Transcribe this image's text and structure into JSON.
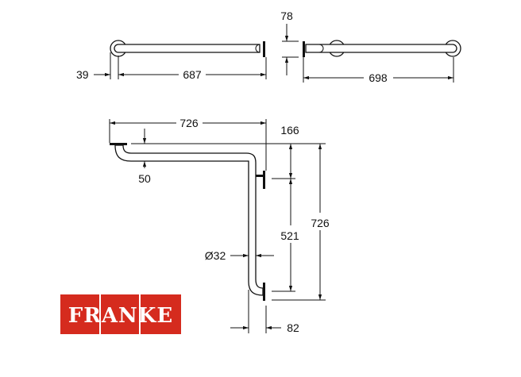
{
  "drawing": {
    "top_view": {
      "dim_rosette_offset": "39",
      "dim_left_bar_length": "687",
      "dim_flange_height": "78",
      "dim_right_bar_length": "698"
    },
    "front_view": {
      "dim_width": "726",
      "dim_top_offset": "50",
      "dim_upper_flange": "166",
      "dim_flange_spacing": "521",
      "dim_height": "726",
      "dim_diameter": "Ø32",
      "dim_wall_offset": "82"
    }
  },
  "brand": {
    "logo_text": "FRANKE",
    "color": "#d52b1e"
  }
}
